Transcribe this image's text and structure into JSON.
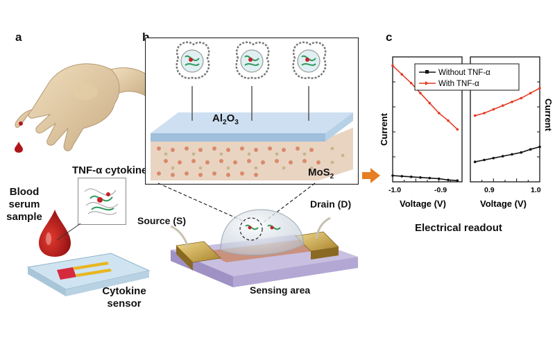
{
  "panels": {
    "a": "a",
    "b": "b",
    "c": "c"
  },
  "panel_a": {
    "tnf_label": "TNF-α cytokine",
    "blood_lines": [
      "Blood",
      "serum",
      "sample"
    ],
    "sensor_lines": [
      "Cytokine",
      "sensor"
    ]
  },
  "panel_b": {
    "al2o3_main": "Al",
    "al2o3_sub1": "2",
    "al2o3_mid": "O",
    "al2o3_sub2": "3",
    "mos2_main": "MoS",
    "mos2_sub": "2",
    "source_label": "Source (S)",
    "drain_label": "Drain (D)",
    "sensing_label": "Sensing area"
  },
  "panel_c": {
    "legend_without": "Without TNF-α",
    "legend_with": "With TNF-α",
    "ylabel": "Current",
    "xlabel": "Voltage (V)",
    "caption": "Electrical readout",
    "left_ticks": [
      "-1.0",
      "-0.9"
    ],
    "right_ticks": [
      "0.9",
      "1.0"
    ]
  },
  "colors": {
    "arrow": "#e67e22",
    "with": "#e53a24",
    "without": "#111111",
    "blood": "#b0151b"
  },
  "chart_data": [
    {
      "type": "line",
      "xlabel": "Voltage (V)",
      "ylabel": "Current",
      "xlim": [
        -1.0,
        -0.85
      ],
      "ylim": [
        0,
        1
      ],
      "x": [
        -1.0,
        -0.98,
        -0.96,
        -0.94,
        -0.92,
        -0.9,
        -0.88,
        -0.86
      ],
      "series": [
        {
          "name": "Without TNF-α",
          "color": "#111111",
          "values": [
            0.05,
            0.045,
            0.04,
            0.035,
            0.03,
            0.025,
            0.015,
            0.01
          ]
        },
        {
          "name": "With TNF-α",
          "color": "#e53a24",
          "values": [
            0.93,
            0.86,
            0.79,
            0.71,
            0.63,
            0.55,
            0.49,
            0.42
          ]
        }
      ]
    },
    {
      "type": "line",
      "xlabel": "Voltage (V)",
      "ylabel": "Current",
      "xlim": [
        0.85,
        1.0
      ],
      "ylim": [
        0,
        1
      ],
      "x": [
        0.86,
        0.88,
        0.9,
        0.92,
        0.94,
        0.96,
        0.98,
        1.0
      ],
      "series": [
        {
          "name": "Without TNF-α",
          "color": "#111111",
          "values": [
            0.16,
            0.175,
            0.19,
            0.205,
            0.22,
            0.235,
            0.26,
            0.28
          ]
        },
        {
          "name": "With TNF-α",
          "color": "#e53a24",
          "values": [
            0.53,
            0.55,
            0.58,
            0.61,
            0.64,
            0.67,
            0.71,
            0.75
          ]
        }
      ]
    }
  ]
}
